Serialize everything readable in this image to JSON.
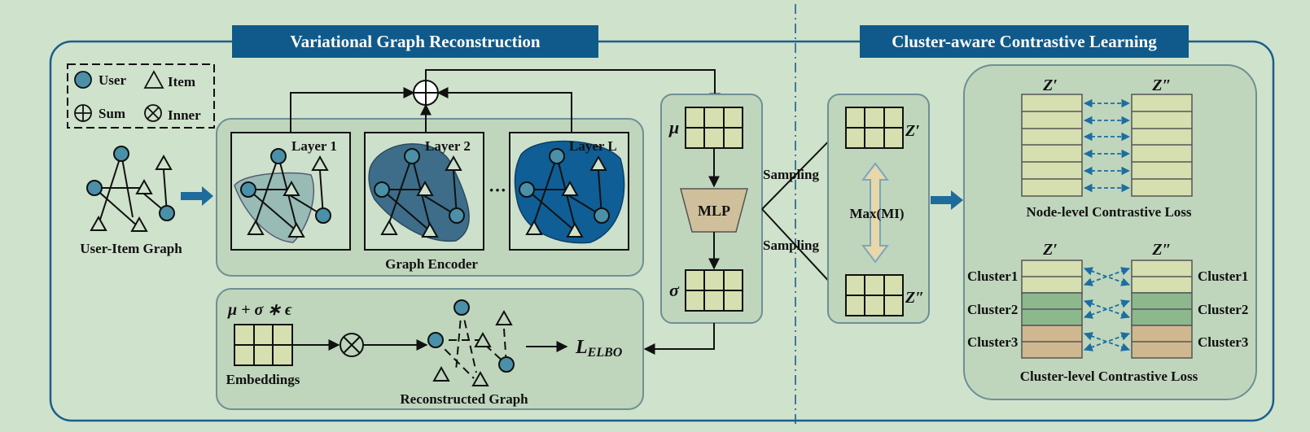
{
  "sections": {
    "left_title": "Variational Graph Reconstruction",
    "right_title": "Cluster-aware Contrastive Learning"
  },
  "legend": {
    "user": "User",
    "item": "Item",
    "sum": "Sum",
    "inner": "Inner"
  },
  "input_graph": {
    "label": "User-Item Graph"
  },
  "encoder": {
    "label": "Graph Encoder",
    "layers": [
      "Layer 1",
      "Layer 2",
      "Layer L"
    ],
    "ellipsis": "···"
  },
  "latent": {
    "mu": "μ",
    "sigma": "σ",
    "mlp": "MLP",
    "sampling_top": "Sampling",
    "sampling_bottom": "Sampling"
  },
  "decoder": {
    "reparam": "μ + σ ∗ ϵ",
    "embeddings": "Embeddings",
    "reconstructed": "Reconstructed Graph",
    "loss_main": "L",
    "loss_sub": "ELBO"
  },
  "views": {
    "z1": "Z′",
    "z2": "Z″",
    "maxmi": "Max(MI)"
  },
  "contrastive": {
    "node_z1": "Z′",
    "node_z2": "Z″",
    "node_label": "Node-level Contrastive Loss",
    "cluster_z1": "Z′",
    "cluster_z2": "Z″",
    "clusters": [
      "Cluster1",
      "Cluster2",
      "Cluster3"
    ],
    "cluster_label": "Cluster-level Contrastive Loss"
  },
  "colors": {
    "background": "#cfe2cc",
    "panel": "#bfd6bd",
    "banner": "#0f5a8a",
    "frame": "#1b5e8c",
    "node": "#4a90a8",
    "cell": "#d5dfb0",
    "cluster1": "#d5dfb0",
    "cluster2": "#8db88e",
    "cluster3": "#cfb890",
    "arrow": "#2a6f9c"
  }
}
